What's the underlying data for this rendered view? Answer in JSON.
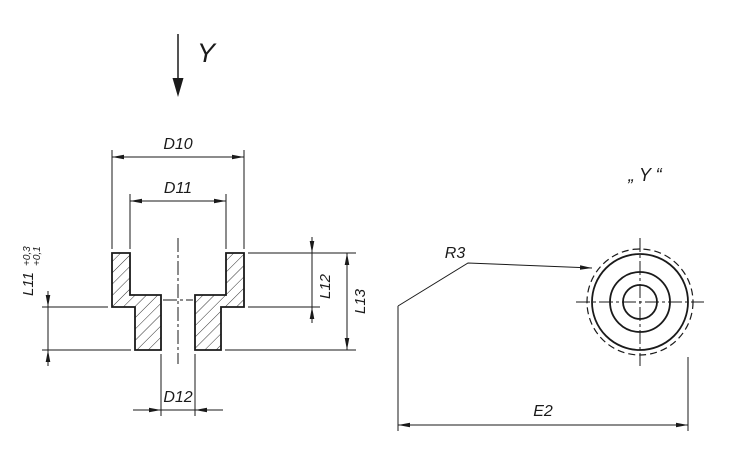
{
  "drawing": {
    "view_direction_label": "Y",
    "front_view": {
      "d10_label": "D10",
      "d11_label": "D11",
      "d12_label": "D12",
      "l11_label": "L11",
      "l11_tol_upper": "+0,3",
      "l11_tol_lower": "+0,1",
      "l12_label": "L12",
      "l13_label": "L13"
    },
    "detail_view": {
      "title": "„ Y “",
      "r3_label": "R3",
      "e2_label": "E2"
    },
    "colors": {
      "line": "#1a1a1a",
      "background": "#ffffff"
    }
  }
}
